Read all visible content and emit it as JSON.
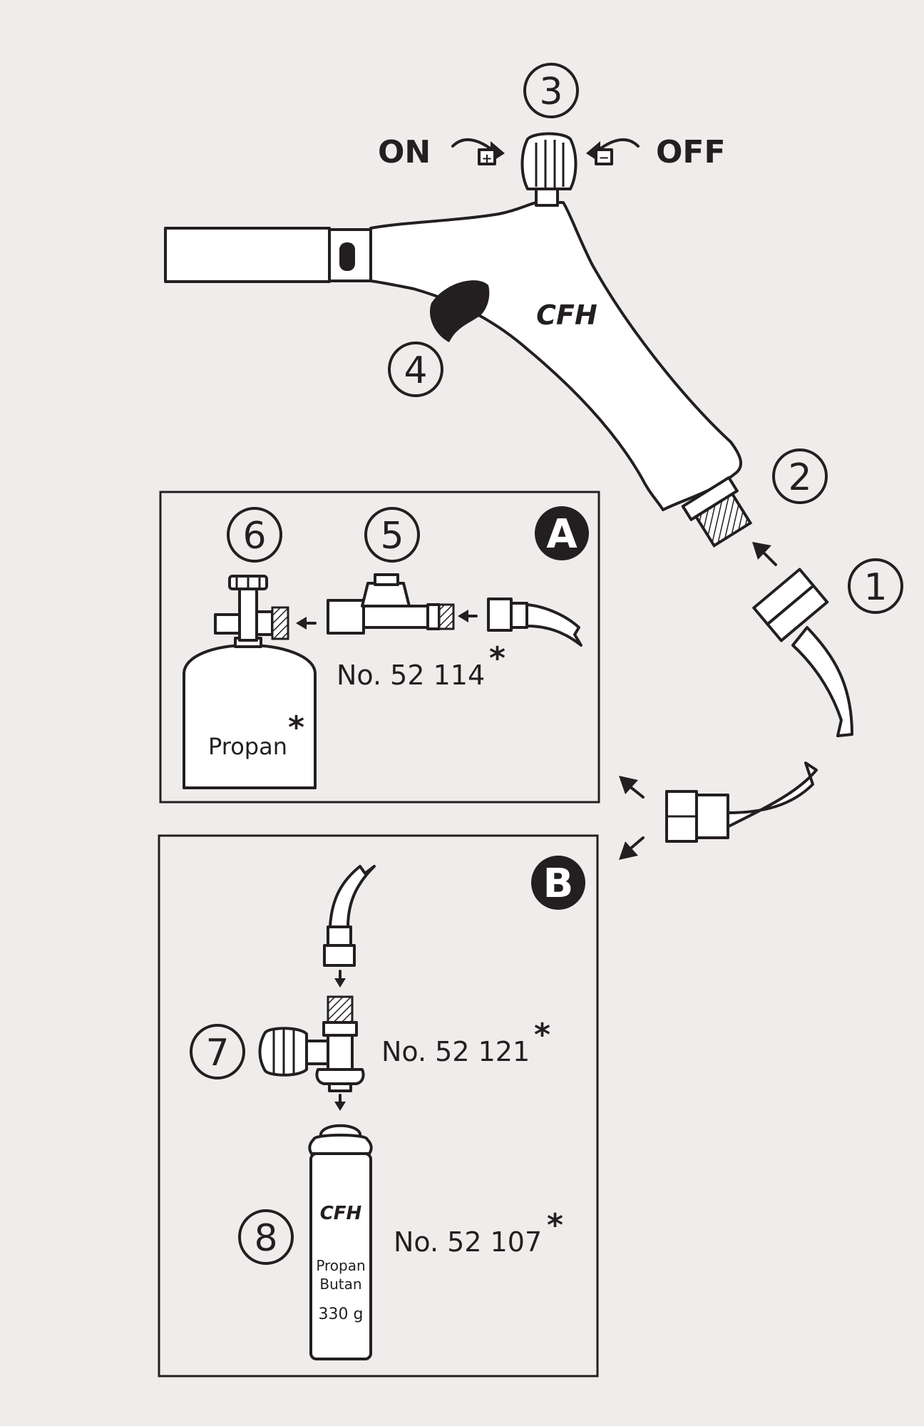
{
  "colors": {
    "background": "#efedeb",
    "ink": "#231f20",
    "paper": "#ffffff"
  },
  "labels": {
    "on": "ON",
    "off": "OFF",
    "brand_torch": "CFH",
    "brand_cartridge": "CFH",
    "panel_a": "A",
    "panel_b": "B",
    "regulator_part": "No. 52 114",
    "tank_gas": "Propan",
    "valve_part": "No. 52 121",
    "cartridge_part": "No. 52 107",
    "cartridge_gas_1": "Propan",
    "cartridge_gas_2": "Butan",
    "cartridge_weight": "330 g",
    "asterisk": "*"
  },
  "callouts": {
    "c1": "1",
    "c2": "2",
    "c3": "3",
    "c4": "4",
    "c5": "5",
    "c6": "6",
    "c7": "7",
    "c8": "8"
  },
  "icons": {
    "arrow": "arrow-icon",
    "rotate_on": "rotate-clockwise-plus-icon",
    "rotate_off": "rotate-counterclockwise-minus-icon",
    "hatched_thread": "hatched-thread-icon"
  }
}
